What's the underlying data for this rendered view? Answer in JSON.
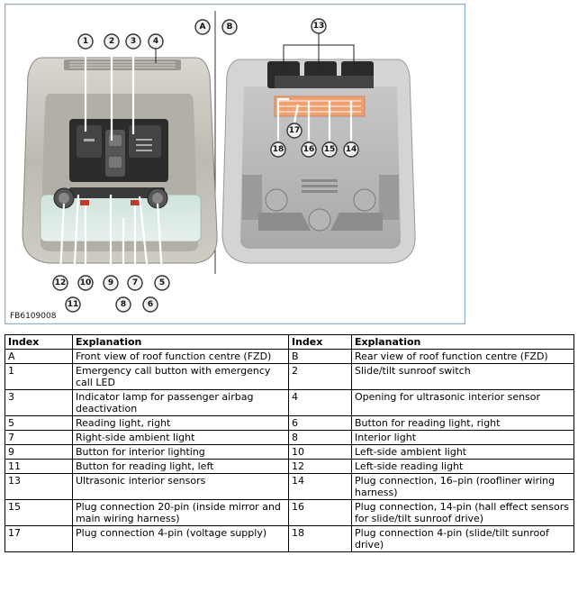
{
  "figure": {
    "panel_a": "A",
    "panel_b": "B",
    "figure_id": "FB6109008",
    "callouts": [
      "1",
      "2",
      "3",
      "4",
      "5",
      "6",
      "7",
      "8",
      "9",
      "10",
      "11",
      "12",
      "13",
      "14",
      "15",
      "16",
      "17",
      "18"
    ]
  },
  "legend": {
    "headers": [
      "Index",
      "Explanation",
      "Index",
      "Explanation"
    ],
    "rows": [
      [
        {
          "index": "A",
          "text": "Front view of roof function centre (FZD)"
        },
        {
          "index": "B",
          "text": "Rear view of roof function centre (FZD)"
        }
      ],
      [
        {
          "index": "1",
          "text": "Emergency call button with emergency call LED"
        },
        {
          "index": "2",
          "text": "Slide/tilt sunroof switch"
        }
      ],
      [
        {
          "index": "3",
          "text": "Indicator lamp for passenger airbag deactivation"
        },
        {
          "index": "4",
          "text": "Opening for ultrasonic interior sensor"
        }
      ],
      [
        {
          "index": "5",
          "text": "Reading light, right"
        },
        {
          "index": "6",
          "text": "Button for reading light, right"
        }
      ],
      [
        {
          "index": "7",
          "text": "Right-side ambient light"
        },
        {
          "index": "8",
          "text": "Interior light"
        }
      ],
      [
        {
          "index": "9",
          "text": "Button for interior lighting"
        },
        {
          "index": "10",
          "text": "Left-side ambient light"
        }
      ],
      [
        {
          "index": "11",
          "text": "Button for reading light, left"
        },
        {
          "index": "12",
          "text": "Left-side reading light"
        }
      ],
      [
        {
          "index": "13",
          "text": "Ultrasonic interior sensors"
        },
        {
          "index": "14",
          "text": "Plug connection, 16–pin (roofliner wiring harness)"
        }
      ],
      [
        {
          "index": "15",
          "text": "Plug connection 20-pin (inside mirror and main wiring harness)"
        },
        {
          "index": "16",
          "text": "Plug connection, 14-pin (hall effect sensors for slide/tilt sunroof drive)"
        }
      ],
      [
        {
          "index": "17",
          "text": "Plug connection 4-pin (voltage supply)"
        },
        {
          "index": "18",
          "text": "Plug connection 4-pin (slide/tilt sunroof drive)"
        }
      ]
    ]
  },
  "colors": {
    "frame": "#8fb0c8",
    "housing": "#c9c6bd",
    "lens": "#d6e6e0",
    "panel": "#2c2c2c",
    "connector": "#f0a070"
  }
}
